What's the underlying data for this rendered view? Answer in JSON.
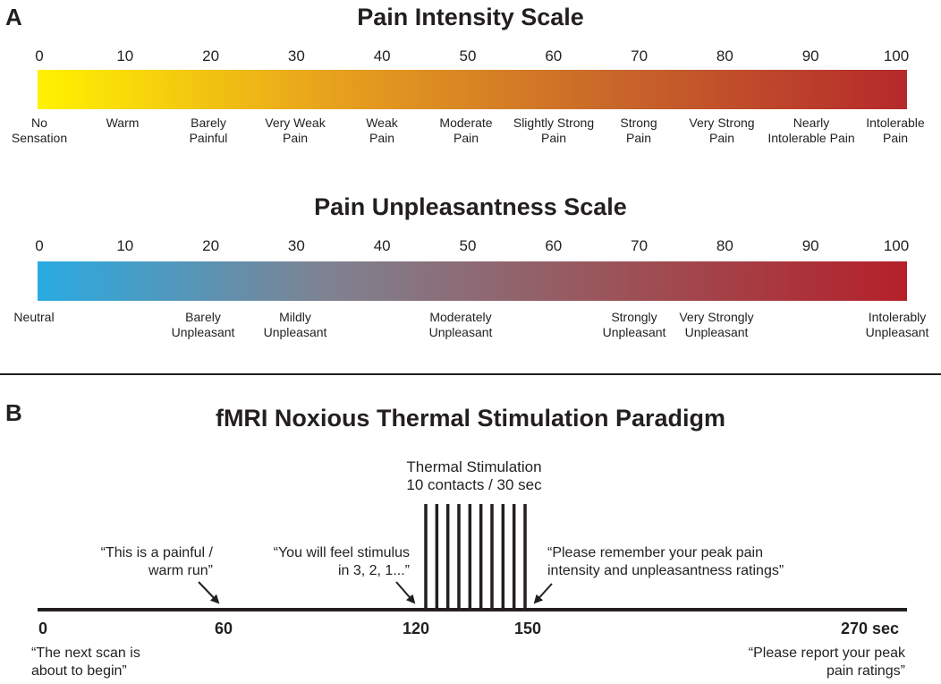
{
  "panel_a": {
    "letter": "A",
    "intensity": {
      "title": "Pain Intensity Scale",
      "ticks": [
        "0",
        "10",
        "20",
        "30",
        "40",
        "50",
        "60",
        "70",
        "80",
        "90",
        "100"
      ],
      "labels": [
        "No\nSensation",
        "Warm",
        "Barely\nPainful",
        "Very Weak\nPain",
        "Weak\nPain",
        "Moderate\nPain",
        "Slightly Strong\nPain",
        "Strong\nPain",
        "Very Strong\nPain",
        "Nearly\nIntolerable Pain",
        "Intolerable\nPain"
      ],
      "gradient_colors": [
        "#fff200",
        "#e8a21d",
        "#c8662a",
        "#b5292b"
      ]
    },
    "unpleasantness": {
      "title": "Pain Unpleasantness Scale",
      "ticks": [
        "0",
        "10",
        "20",
        "30",
        "40",
        "50",
        "60",
        "70",
        "80",
        "90",
        "100"
      ],
      "labels": [
        "Neutral",
        "Barely\nUnpleasant",
        "Mildly\nUnpleasant",
        "Moderately\nUnpleasant",
        "Strongly\nUnpleasant",
        "Very Strongly\nUnpleasant",
        "Intolerably\nUnpleasant"
      ],
      "gradient_colors": [
        "#29abe2",
        "#7f8291",
        "#9b5358",
        "#b5202a"
      ]
    }
  },
  "panel_b": {
    "letter": "B",
    "title": "fMRI Noxious Thermal Stimulation Paradigm",
    "stim_label": "Thermal Stimulation\n10 contacts / 30 sec",
    "stim_count": 10,
    "time_ticks": [
      "0",
      "60",
      "120",
      "150",
      "270 sec"
    ],
    "quotes": {
      "painful_run": "“This is a painful /\nwarm run”",
      "feel_stimulus": "“You will feel stimulus\nin 3, 2, 1...”",
      "remember": "“Please remember your peak pain\nintensity and unpleasantness ratings”",
      "next_scan": "“The next scan is\nabout to begin”",
      "report": "“Please report your peak\npain ratings”"
    }
  }
}
